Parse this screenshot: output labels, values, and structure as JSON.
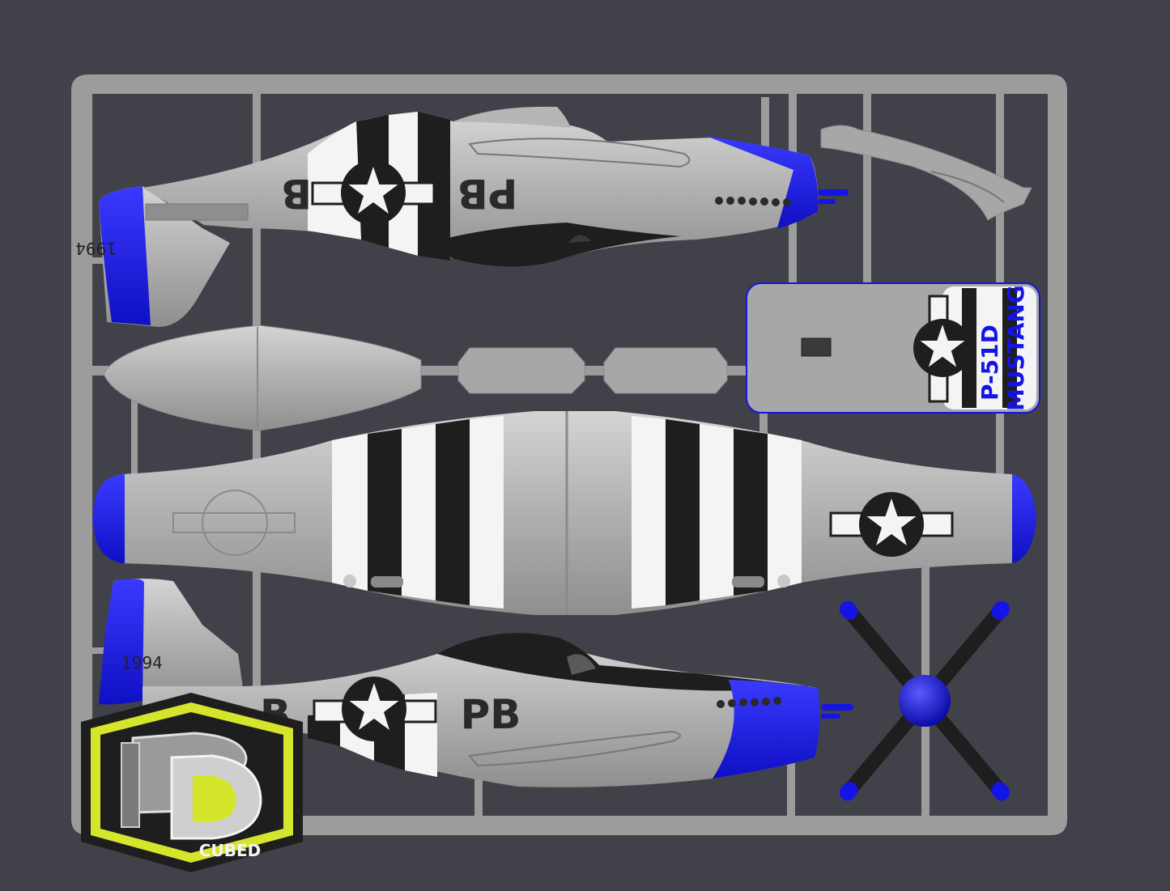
{
  "kit": {
    "fuselage_upper": {
      "codes_left": "B",
      "codes_right": "PB",
      "tail_number": "1994"
    },
    "fuselage_lower": {
      "codes_left": "B",
      "codes_right": "PB",
      "tail_number": "1994"
    },
    "stand": {
      "line1": "P-51D",
      "line2": "MUSTANG"
    },
    "logo": {
      "label": "CUBED"
    }
  },
  "colors": {
    "background": "#414149",
    "sprue": "#9c9c9c",
    "part_gray": "#a7a7a7",
    "accent_blue": "#1414e6",
    "stripe_black": "#1e1e1e",
    "stripe_white": "#f4f4f4",
    "logo_yellow": "#d4e52c"
  },
  "icons": [
    "us-star-insignia-icon",
    "propeller-icon",
    "3d-cubed-logo-icon"
  ]
}
